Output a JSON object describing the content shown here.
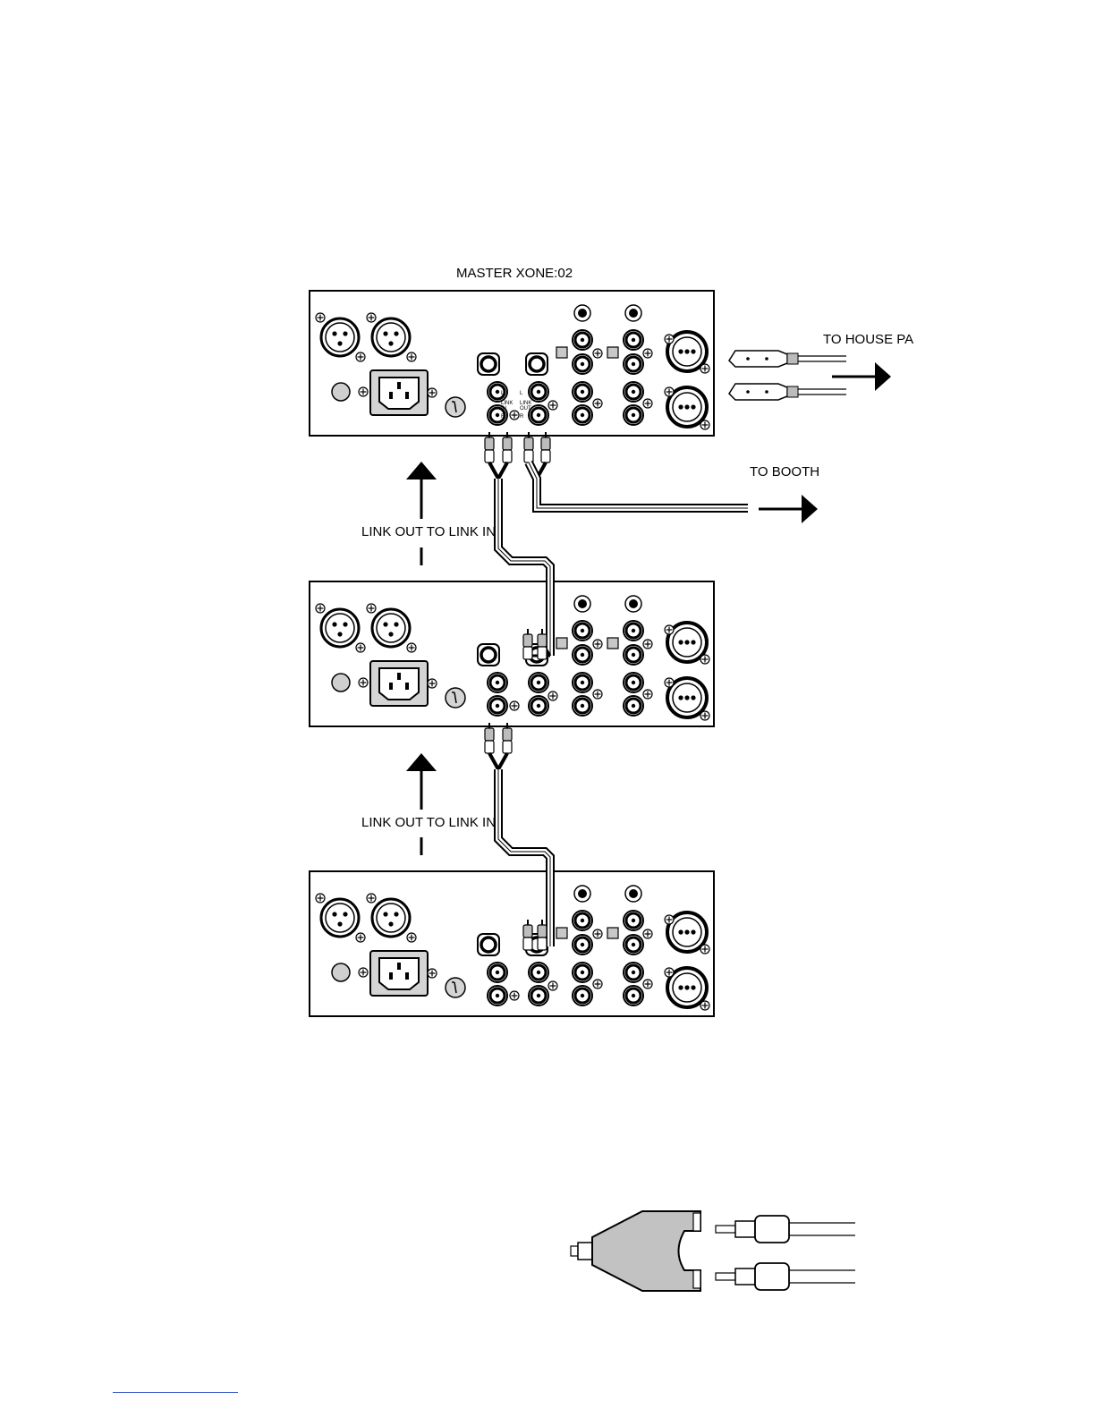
{
  "labels": {
    "master_title": "MASTER XONE:02",
    "to_house_pa": "TO HOUSE PA",
    "to_booth": "TO BOOTH",
    "link_1": "LINK OUT TO LINK IN",
    "link_2": "LINK OUT TO LINK IN"
  },
  "panel_labels": {
    "l": "L",
    "r": "R",
    "link": "LINK",
    "in": "IN",
    "out": "OUT"
  },
  "mixers": [
    {
      "id": "master",
      "role": "MASTER XONE:02"
    },
    {
      "id": "second",
      "role": ""
    },
    {
      "id": "third",
      "role": ""
    }
  ],
  "colors": {
    "line": "#000000",
    "plug_gray": "#bdbdbd",
    "adapter_gray": "#c2c2c2",
    "footer_rule": "#3050c8"
  }
}
